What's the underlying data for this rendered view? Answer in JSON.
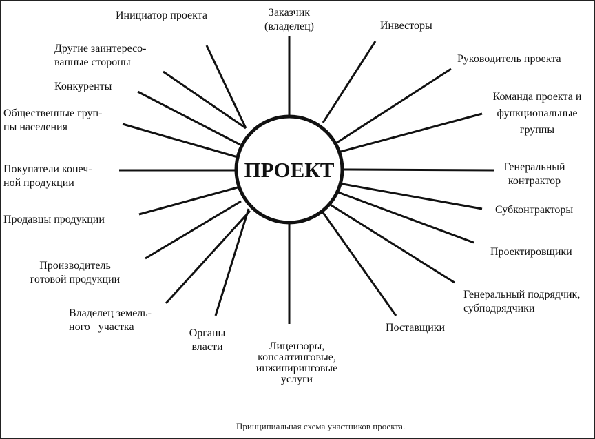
{
  "center": "ПРОЕКТ",
  "participants": {
    "initiator": "Инициатор проекта",
    "customer": "Заказчик\n(владелец)",
    "investors": "Инвесторы",
    "project_manager": "Руководитель проекта",
    "project_team": "Команда проекта и\nфункциональные\nгруппы",
    "general_contractor": "Генеральный\nконтрактор",
    "subcontractors": "Субконтракторы",
    "designers": "Проектировщики",
    "general_subcontractor": "Генеральный подрядчик,\nсубподрядчики",
    "suppliers": "Поставщики",
    "licensors": "Лицензоры,\nконсалтинговые,\nинжиниринговые\nуслуги",
    "authorities": "Органы\nвласти",
    "land_owner": "Владелец земель-\nного   участка",
    "producer": "Производитель\nготовой продукции",
    "sellers": "Продавцы продукции",
    "buyers": "Покупатели конеч-\nной продукции",
    "public_groups": "Общественные груп-\nпы населения",
    "competitors": "Конкуренты",
    "other_stakeholders": "Другие заинтересо-\nванные стороны"
  },
  "caption": "Принципиальная схема участников проекта."
}
